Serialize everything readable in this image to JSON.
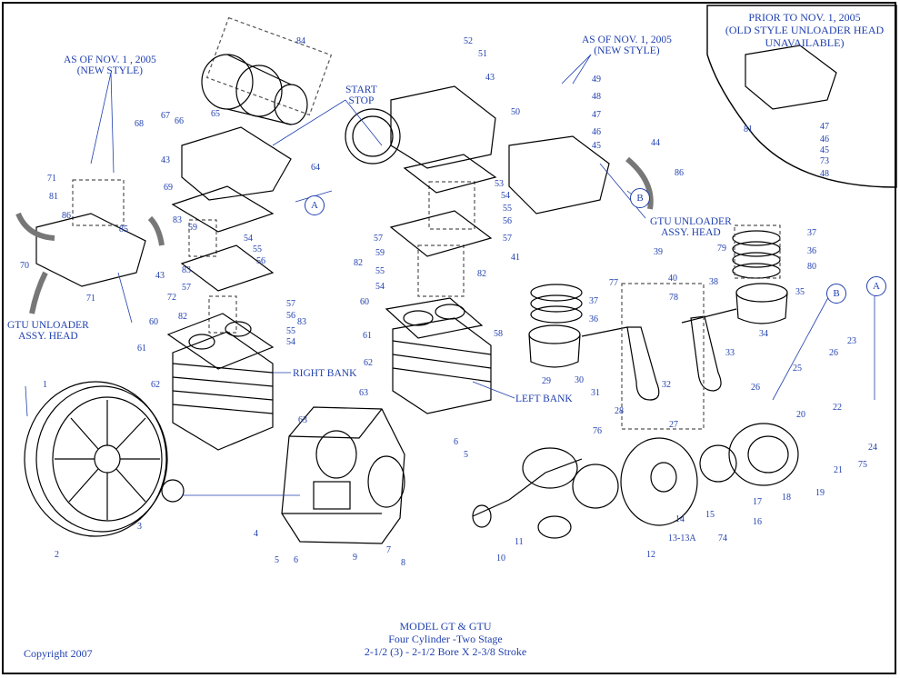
{
  "inset_title": [
    "PRIOR TO NOV. 1, 2005",
    "(OLD STYLE UNLOADER HEAD",
    "UNAVAILABLE)"
  ],
  "notes": {
    "new_style_left": [
      "AS OF NOV. 1 , 2005",
      "(NEW STYLE)"
    ],
    "new_style_right": [
      "AS OF NOV. 1, 2005",
      "(NEW STYLE)"
    ],
    "start_stop": [
      "START",
      "STOP"
    ],
    "gtu_left": [
      "GTU UNLOADER",
      "ASSY. HEAD"
    ],
    "gtu_right": [
      "GTU UNLOADER",
      "ASSY. HEAD"
    ],
    "right_bank": "RIGHT BANK",
    "left_bank": "LEFT BANK"
  },
  "callouts": {
    "A": "A",
    "B": "B"
  },
  "part_numbers": [
    "84",
    "52",
    "51",
    "43",
    "50",
    "49",
    "48",
    "47",
    "46",
    "45",
    "44",
    "86",
    "65",
    "66",
    "67",
    "68",
    "43",
    "64",
    "71",
    "81",
    "86",
    "70",
    "71",
    "85",
    "43",
    "69",
    "83",
    "59",
    "54",
    "55",
    "56",
    "72",
    "57",
    "83",
    "82",
    "60",
    "61",
    "62",
    "63",
    "57",
    "56",
    "83",
    "55",
    "54",
    "53",
    "54",
    "55",
    "56",
    "57",
    "41",
    "57",
    "59",
    "82",
    "55",
    "54",
    "82",
    "60",
    "61",
    "62",
    "63",
    "39",
    "40",
    "77",
    "78",
    "38",
    "35",
    "37",
    "36",
    "79",
    "37",
    "36",
    "80",
    "58",
    "29",
    "30",
    "31",
    "28",
    "32",
    "33",
    "34",
    "25",
    "26",
    "23",
    "26",
    "27",
    "76",
    "20",
    "22",
    "24",
    "75",
    "21",
    "19",
    "18",
    "17",
    "16",
    "15",
    "14",
    "13-13A",
    "74",
    "12",
    "11",
    "10",
    "9",
    "8",
    "7",
    "6",
    "5",
    "5",
    "6",
    "4",
    "3",
    "2",
    "1",
    "81",
    "47",
    "46",
    "45",
    "73",
    "48"
  ],
  "footer": {
    "model": "MODEL GT & GTU",
    "type": "Four Cylinder -Two Stage",
    "spec": "2-1/2 (3) - 2-1/2 Bore X 2-3/8 Stroke"
  },
  "copyright": "Copyright 2007"
}
